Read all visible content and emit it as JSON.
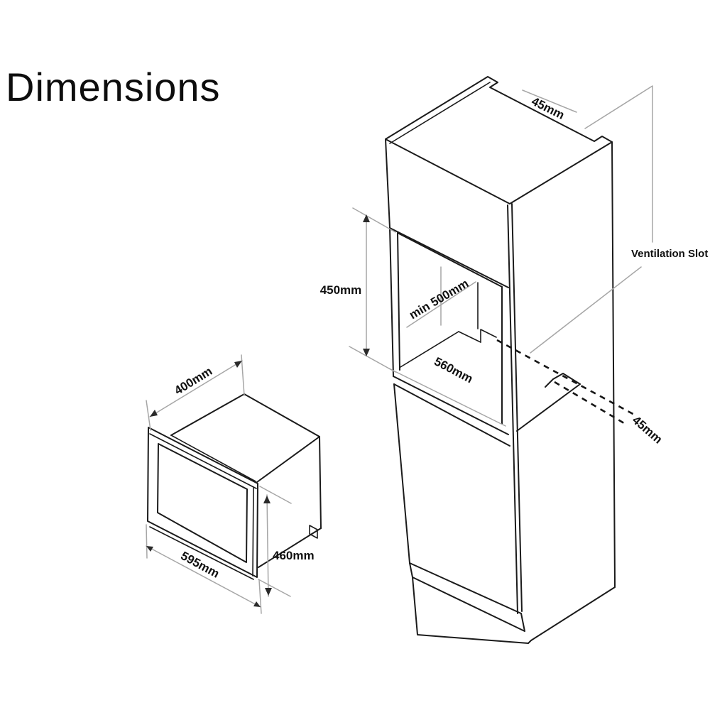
{
  "title": "Dimensions",
  "colors": {
    "line": "#1b1b1b",
    "construction_line": "#a6a6a6",
    "background": "#ffffff"
  },
  "cabinet": {
    "top_vent_slot": "45mm",
    "ventilation_label": "Ventilation Slot",
    "niche_height": "450mm",
    "niche_depth": "min 500mm",
    "niche_width": "560mm",
    "rear_vent_slot": "45mm"
  },
  "microwave": {
    "depth": "400mm",
    "width": "595mm",
    "height": "460mm"
  }
}
